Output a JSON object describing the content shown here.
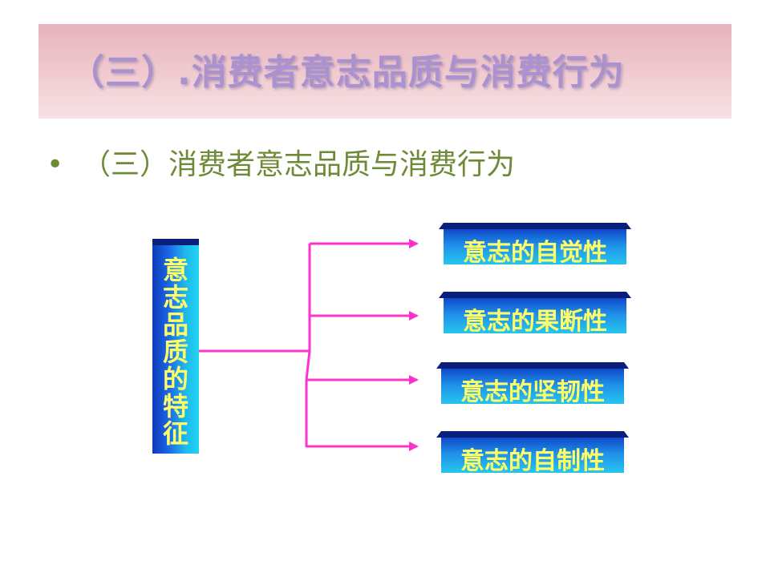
{
  "header": {
    "title": "（三）.消费者意志品质与消费行为"
  },
  "body": {
    "bullet_symbol": "•",
    "bullet_text": "（三）消费者意志品质与消费行为"
  },
  "diagram": {
    "root_label": "意志品质的特征",
    "branches": [
      {
        "label": "意志的自觉性"
      },
      {
        "label": "意志的果断性"
      },
      {
        "label": "意志的坚韧性"
      },
      {
        "label": "意志的自制性"
      }
    ],
    "colors": {
      "connector": "#ff33cc",
      "box_text": "#ffff66",
      "box_dark": "#0a1f7a",
      "box_light": "#22d4f0"
    }
  }
}
